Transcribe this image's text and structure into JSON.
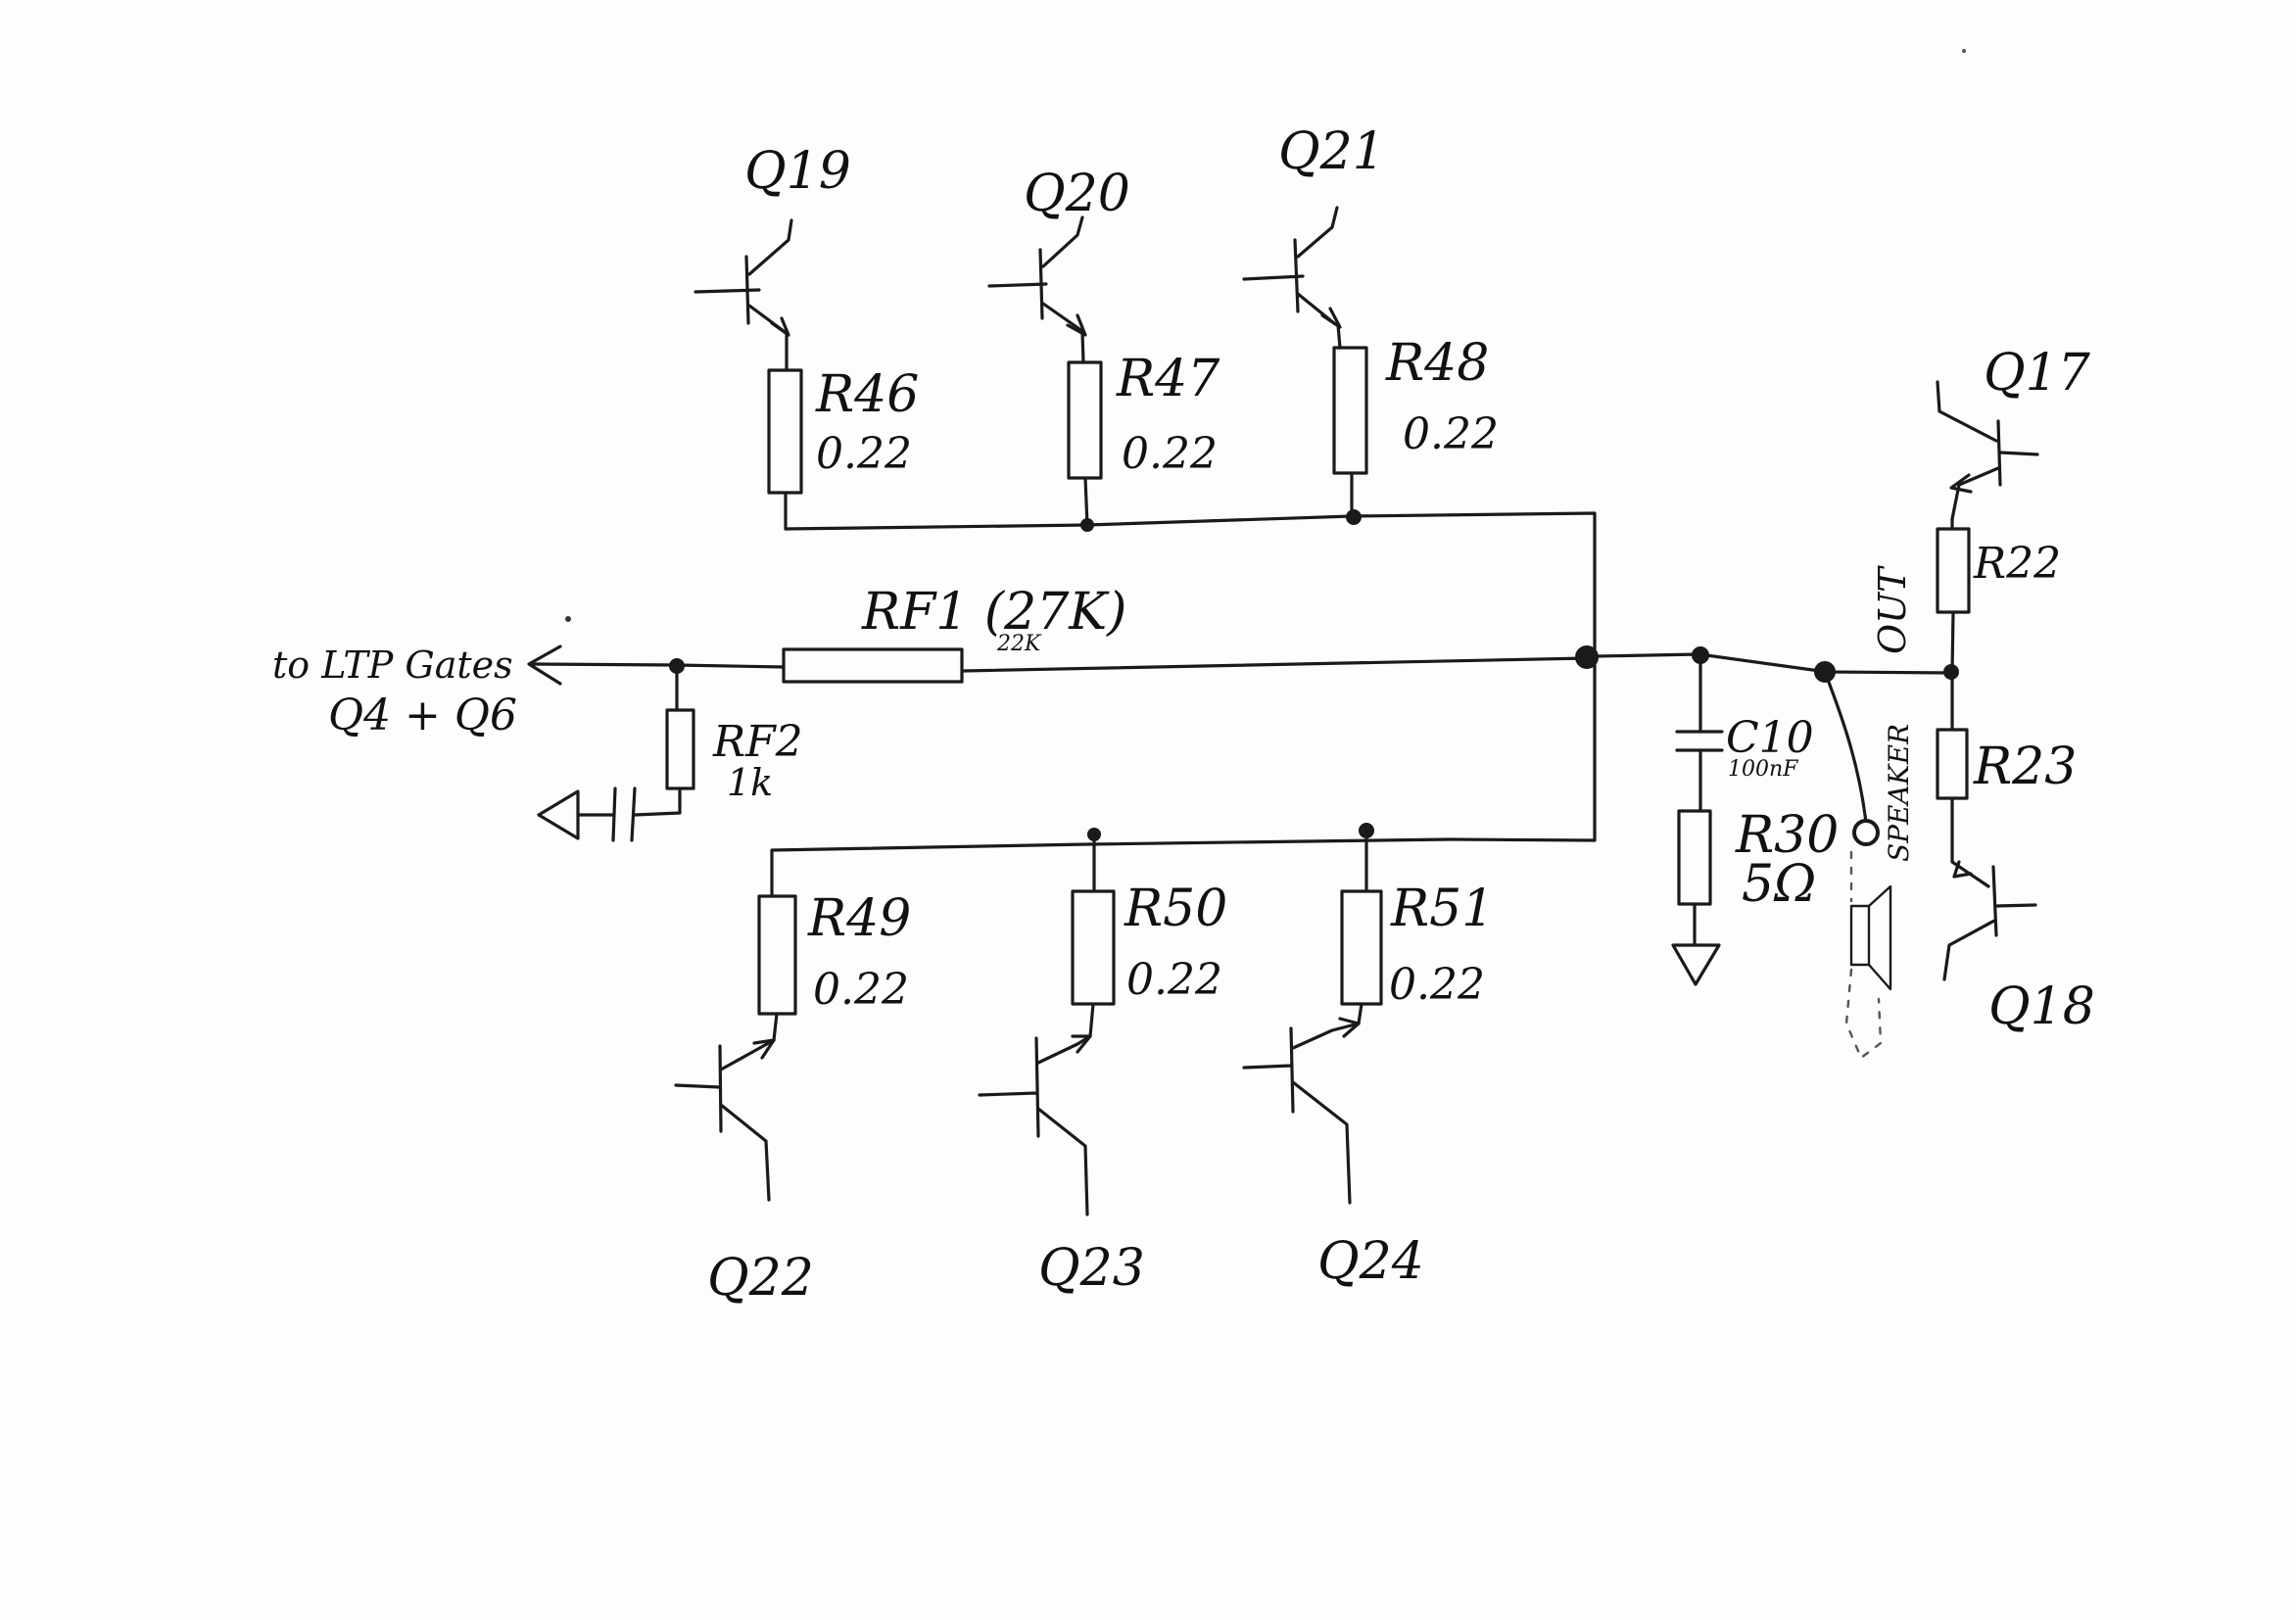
{
  "labels": {
    "q19": "Q19",
    "q20": "Q20",
    "q21": "Q21",
    "r46": "R46",
    "r46_val": "0.22",
    "r47": "R47",
    "r47_val": "0.22",
    "r48": "R48",
    "r48_val": "0.22",
    "q17": "Q17",
    "r22": "R22",
    "out": "OUT",
    "rf1": "RF1 (27K)",
    "rf1_alt": "22K",
    "to_ltp": "to LTP Gates",
    "q4_q6": "Q4 + Q6",
    "rf2": "RF2",
    "rf2_val": "1k",
    "c10": "C10",
    "c10_val": "100nF",
    "r30": "R30",
    "r30_val": "5Ω",
    "speaker": "SPEAKER",
    "r23": "R23",
    "q18": "Q18",
    "r49": "R49",
    "r49_val": "0.22",
    "r50": "R50",
    "r50_val": "0.22",
    "r51": "R51",
    "r51_val": "0.22",
    "q22": "Q22",
    "q23": "Q23",
    "q24": "Q24"
  }
}
